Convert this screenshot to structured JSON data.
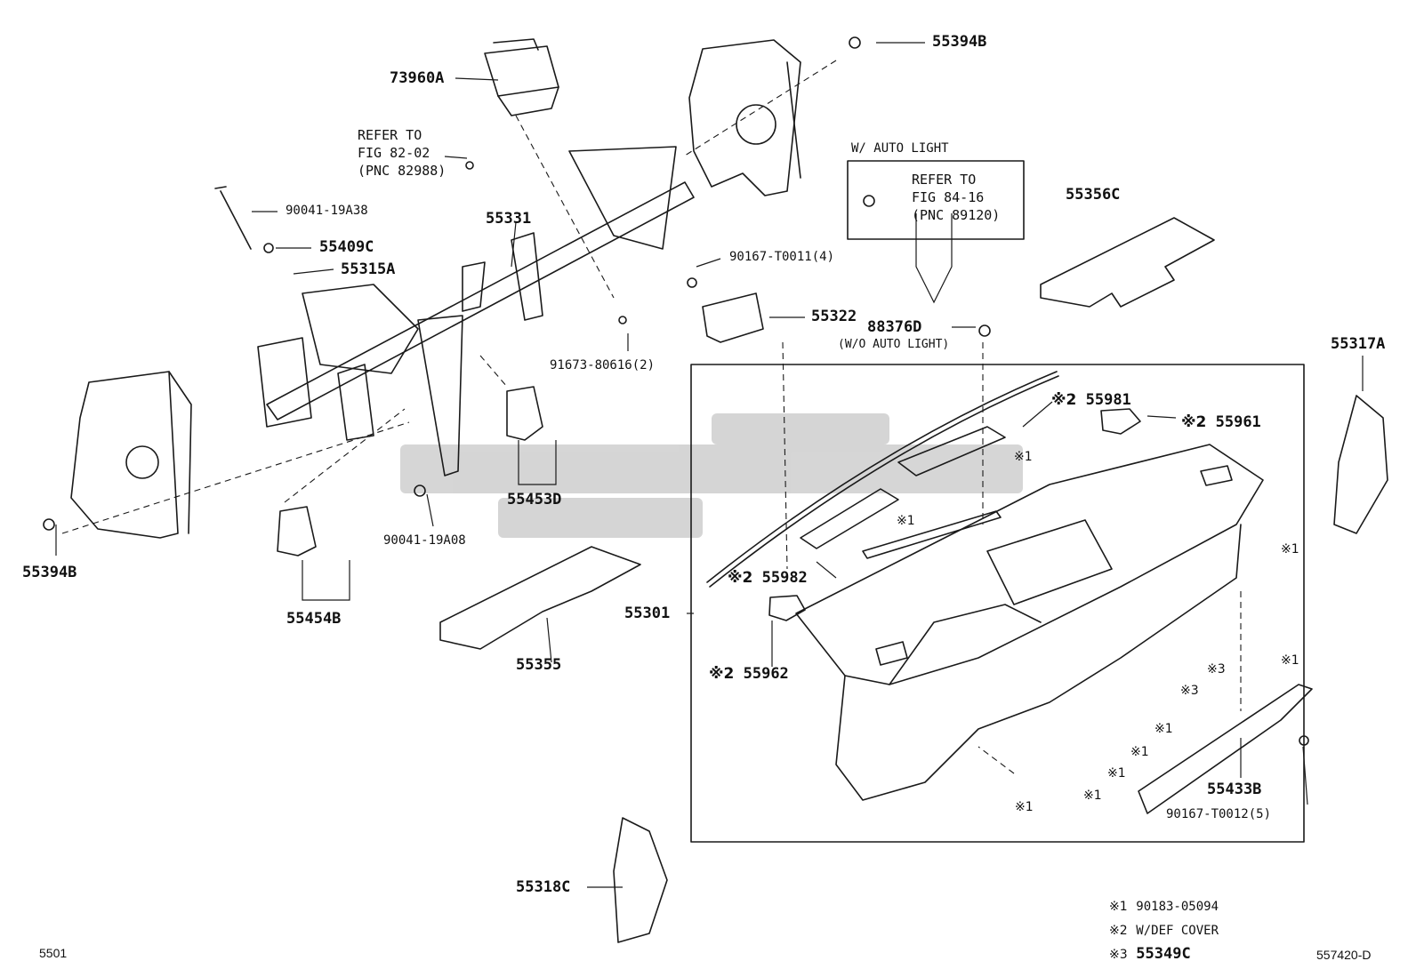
{
  "labels": {
    "p55394B_top": "55394B",
    "p73960A": "73960A",
    "ref_fig82_l1": "REFER TO",
    "ref_fig82_l2": "FIG 82-02",
    "ref_fig82_l3": "(PNC 82988)",
    "p90041_19A38": "90041-19A38",
    "p55331": "55331",
    "p55409C": "55409C",
    "p55315A": "55315A",
    "w_auto_light": "W/ AUTO LIGHT",
    "ref_fig84_l1": "REFER TO",
    "ref_fig84_l2": "FIG 84-16",
    "ref_fig84_l3": "(PNC 89120)",
    "p55356C": "55356C",
    "p90167_T0011": "90167-T0011(4)",
    "p55322": "55322",
    "p88376D": "88376D",
    "wo_auto_light": "(W/O AUTO LIGHT)",
    "p55317A": "55317A",
    "p91673": "91673-80616(2)",
    "p55981": "55981",
    "p55961": "55961",
    "p55453D": "55453D",
    "p90041_19A08": "90041-19A08",
    "p55394B_left": "55394B",
    "p55454B": "55454B",
    "p55982": "55982",
    "p55301": "55301",
    "p55355": "55355",
    "p55962": "55962",
    "p55433B": "55433B",
    "p90167_T0012": "90167-T0012(5)",
    "p55318C": "55318C",
    "mark1": "※1",
    "mark2": "※2",
    "mark3": "※3"
  },
  "legend": [
    {
      "mark": "※1",
      "text": "90183-05094"
    },
    {
      "mark": "※2",
      "text": "W/DEF COVER"
    },
    {
      "mark": "※3",
      "text": "55349C"
    }
  ],
  "footer": {
    "page_code": "5501",
    "figure_code": "557420-D"
  },
  "colors": {
    "line": "#1a1a1a",
    "watermark": "#c8c8c8",
    "background": "#ffffff"
  }
}
